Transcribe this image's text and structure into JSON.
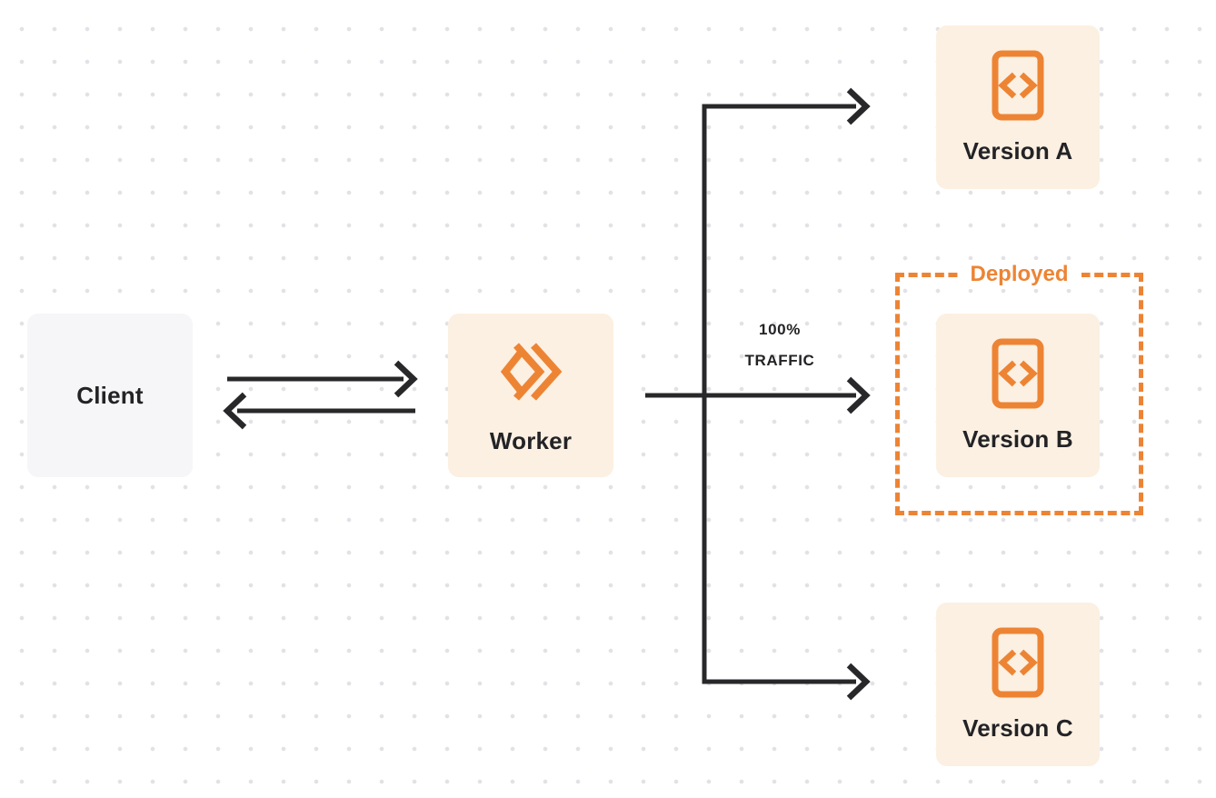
{
  "colors": {
    "accent_orange": "#ed8434",
    "node_cream_background": "#fbf0e2",
    "client_gray_background": "#f6f6f8",
    "arrow_ink": "#28282b",
    "label_ink": "#232326",
    "dot_grid": "#e2e2e6"
  },
  "nodes": {
    "client": {
      "label": "Client"
    },
    "worker": {
      "label": "Worker",
      "icon": "workers-chevrons-icon"
    },
    "version_a": {
      "label": "Version A",
      "icon": "code-file-icon"
    },
    "version_b": {
      "label": "Version B",
      "icon": "code-file-icon"
    },
    "version_c": {
      "label": "Version C",
      "icon": "code-file-icon"
    }
  },
  "annotations": {
    "deployed": {
      "label": "Deployed"
    },
    "traffic": {
      "line1": "100%",
      "line2": "TRAFFIC"
    }
  }
}
